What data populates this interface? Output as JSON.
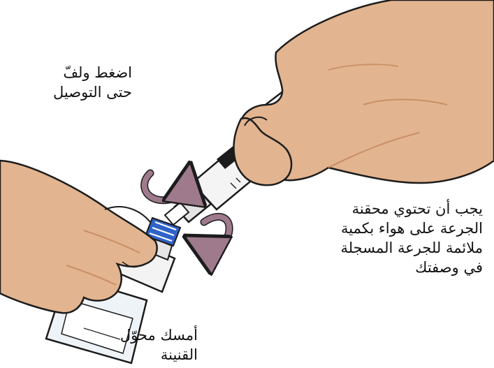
{
  "captions": {
    "push_twist": {
      "lines": [
        "اضغط ولفّ",
        "حتى التوصيل"
      ]
    },
    "syringe_air": {
      "lines": [
        "يجب أن تحتوي محقنة",
        "الجرعة على هواء بكمية",
        "ملائمة للجرعة المسجلة",
        "في وصفتك"
      ]
    },
    "hold_adapter": {
      "lines": [
        "أمسك محوّل",
        "القنينة"
      ]
    }
  },
  "colors": {
    "skin": "#e2b48f",
    "skin_shade": "#c98f66",
    "outline": "#1c1c1c",
    "rotation_arrow": "#9e7a8c",
    "adapter_blue": "#2f63c9",
    "vial_glass": "#eef3f8",
    "syringe_barrel": "#f4f4f4"
  }
}
